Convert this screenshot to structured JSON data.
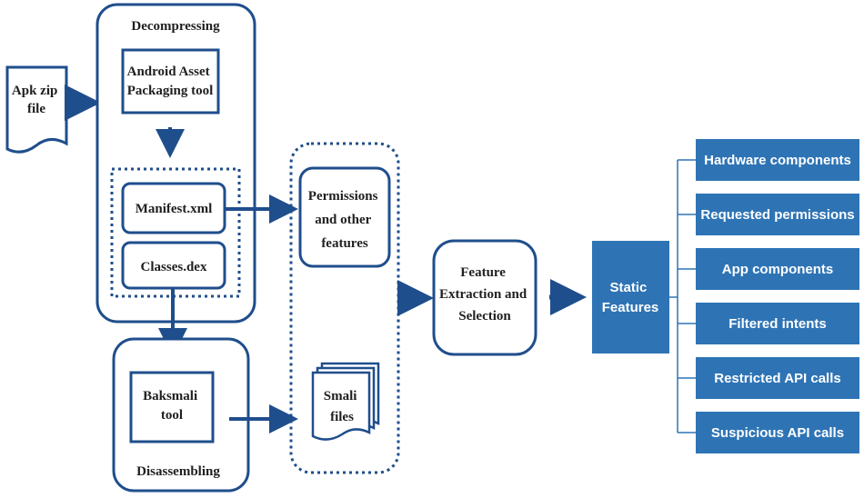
{
  "colors": {
    "line": "#1f4e8c",
    "box_fill": "#2e74b5",
    "text_dark": "#1f1f1f",
    "text_light": "#ffffff"
  },
  "diagram": {
    "apk_file": [
      "Apk zip",
      "file"
    ],
    "decompressing_label": "Decompressing",
    "aapt_tool": [
      "Android Asset",
      "Packaging tool"
    ],
    "manifest": "Manifest.xml",
    "classes": "Classes.dex",
    "disassembling_label": "Disassembling",
    "baksmali_tool": [
      "Baksmali",
      "tool"
    ],
    "permissions": [
      "Permissions",
      "and other",
      "features"
    ],
    "smali_files": [
      "Smali",
      "files"
    ],
    "feature_extraction": [
      "Feature",
      "Extraction and",
      "Selection"
    ],
    "static_features": [
      "Static",
      "Features"
    ],
    "feature_categories": [
      "Hardware components",
      "Requested permissions",
      "App components",
      "Filtered intents",
      "Restricted API calls",
      "Suspicious API calls"
    ]
  }
}
